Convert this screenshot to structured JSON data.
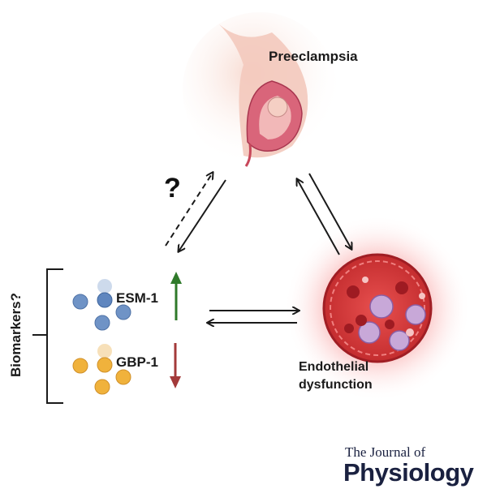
{
  "labels": {
    "preeclampsia": "Preeclampsia",
    "endothelial_line1": "Endothelial",
    "endothelial_line2": "dysfunction",
    "biomarkers": "Biomarkers?",
    "esm": "ESM-1",
    "gbp": "GBP-1",
    "question": "?"
  },
  "journal": {
    "line1": "The Journal of",
    "line2": "Physiology"
  },
  "colors": {
    "esm_dots": "#6f93c6",
    "gbp_dots": "#f0b23c",
    "up_arrow": "#2f7a2a",
    "down_arrow": "#a33a3a",
    "vessel_glow": "#f23b3b",
    "journal_text": "#1a2140"
  },
  "indicators": {
    "esm_direction": "up",
    "gbp_direction": "down"
  }
}
